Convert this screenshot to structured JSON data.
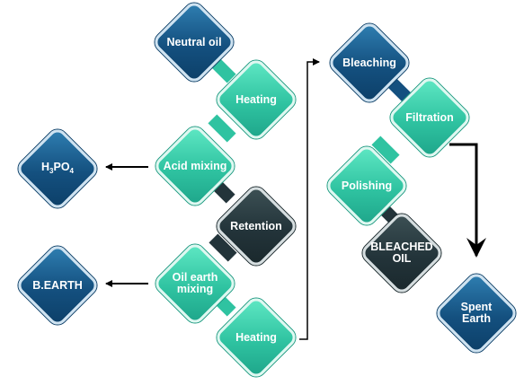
{
  "nodes": {
    "neutral_oil": "Neutral oil",
    "heating_1": "Heating",
    "acid_mixing": "Acid mixing",
    "retention": "Retention",
    "oil_earth_mixing": "Oil earth\nmixing",
    "heating_2": "Heating",
    "h3po4": {
      "h": "H",
      "s1": "3",
      "p": "PO",
      "s2": "4"
    },
    "b_earth": "B.EARTH",
    "bleaching": "Bleaching",
    "filtration": "Filtration",
    "polishing": "Polishing",
    "bleached_oil": "BLEACHED\nOIL",
    "spent_earth": "Spent\nEarth"
  },
  "colors": {
    "navy": "#14507f",
    "teal": "#2fc3a1",
    "dark": "#23343a",
    "arrow": "#000000"
  }
}
